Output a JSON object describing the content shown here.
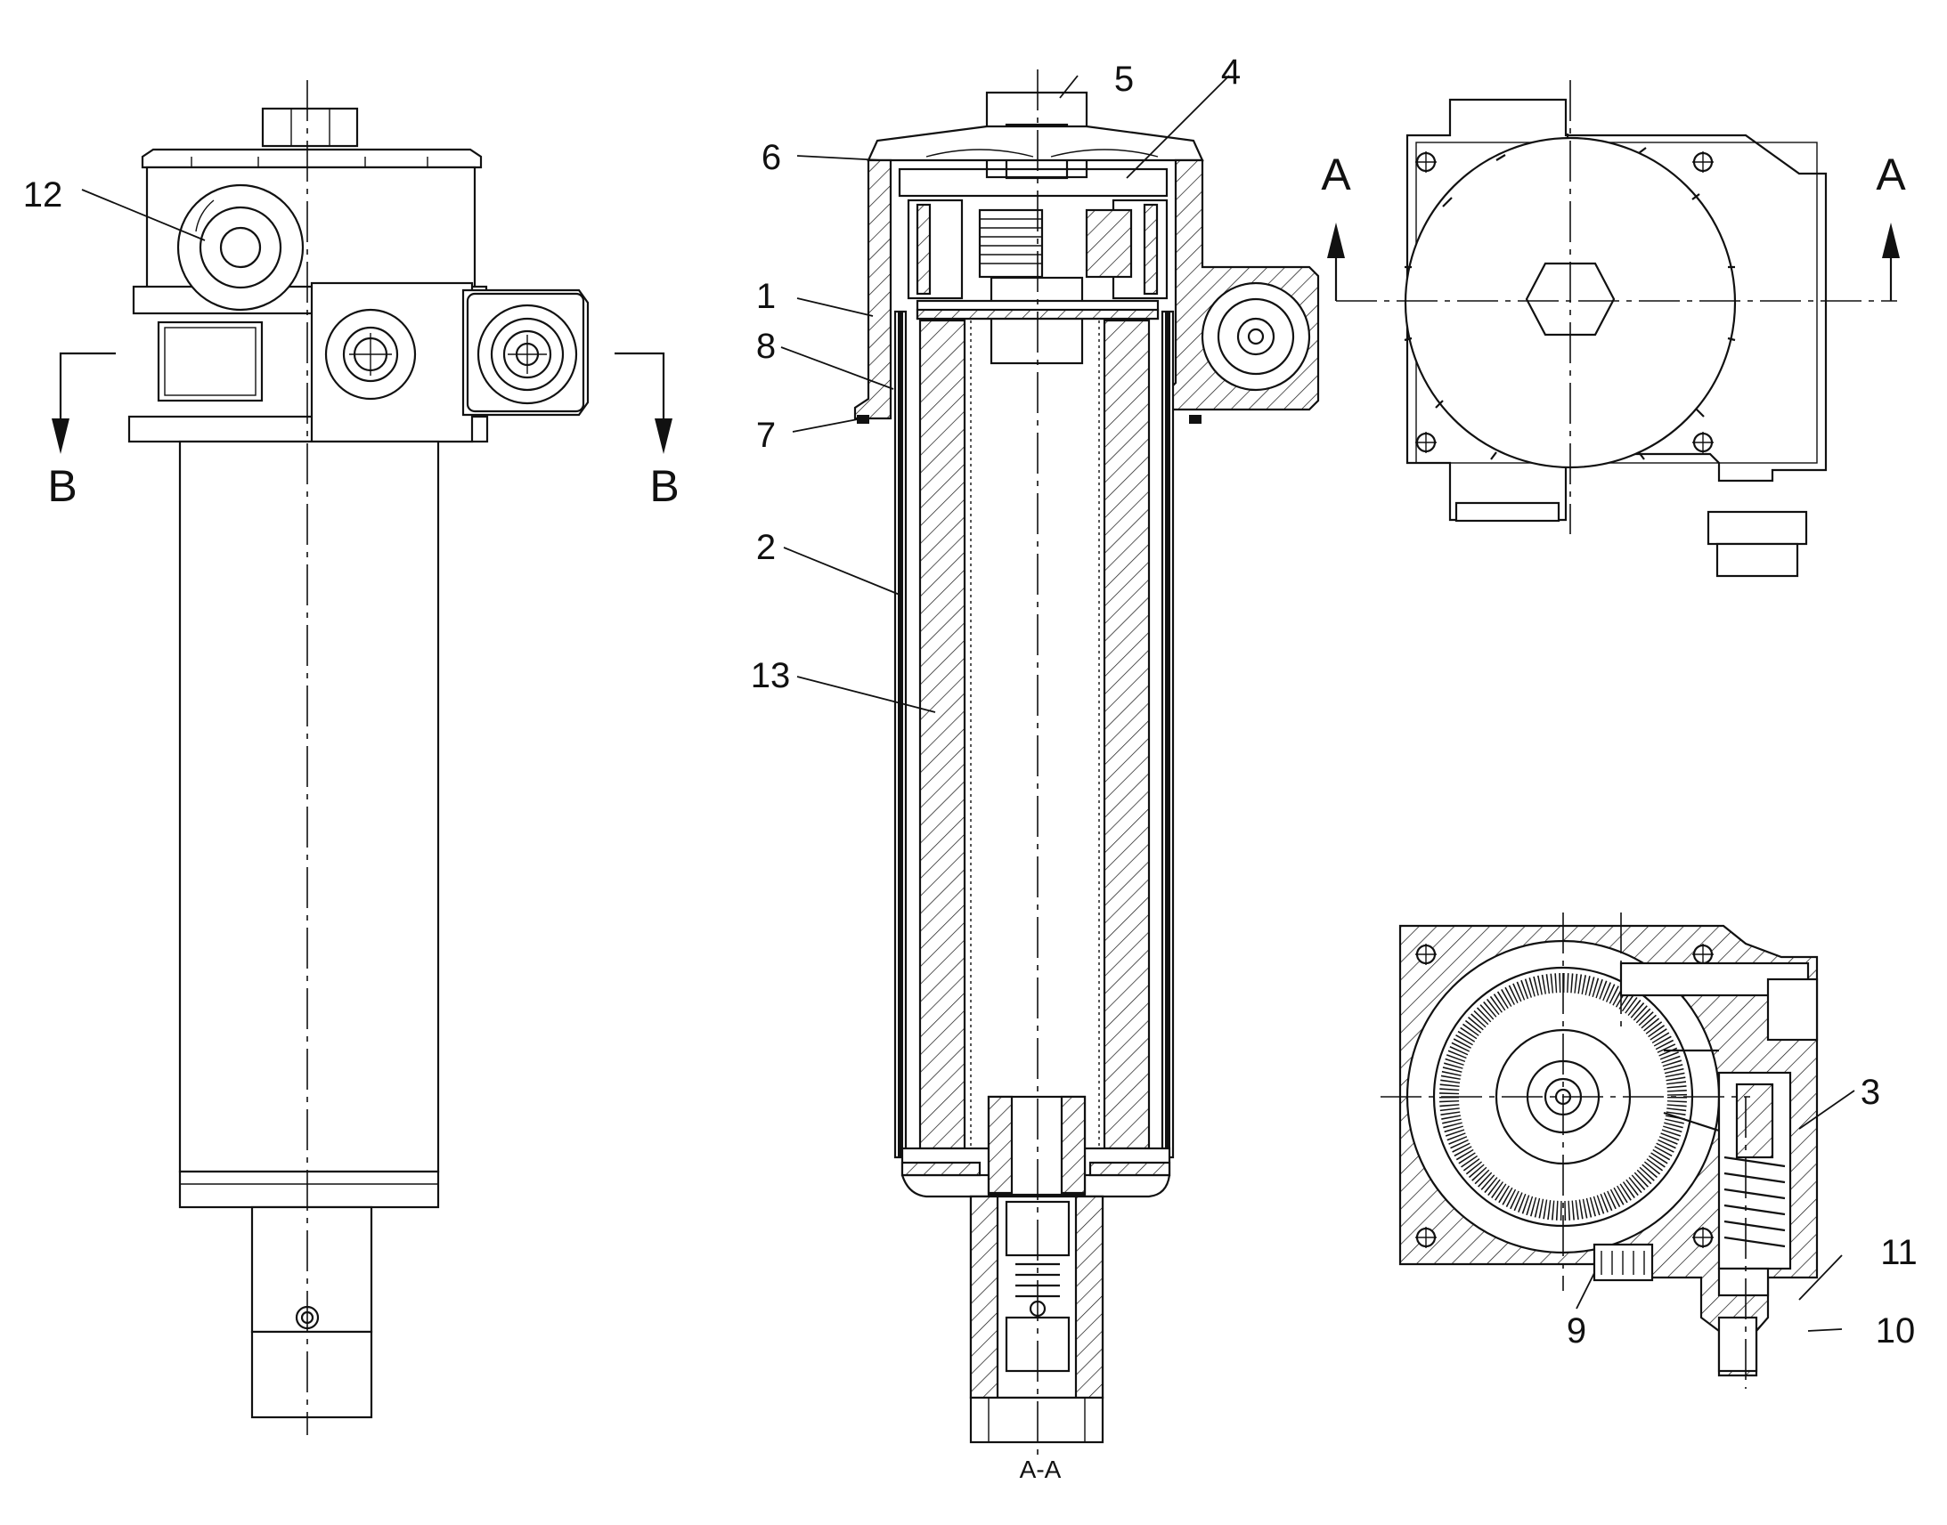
{
  "callouts": {
    "c1": "1",
    "c2": "2",
    "c3": "3",
    "c4": "4",
    "c5": "5",
    "c6": "6",
    "c7": "7",
    "c8": "8",
    "c9": "9",
    "c10": "10",
    "c11": "11",
    "c12": "12",
    "c13": "13"
  },
  "section_markers": {
    "a_left": "A",
    "a_right": "A",
    "b_left": "B",
    "b_right": "B"
  },
  "caption": "A-A"
}
